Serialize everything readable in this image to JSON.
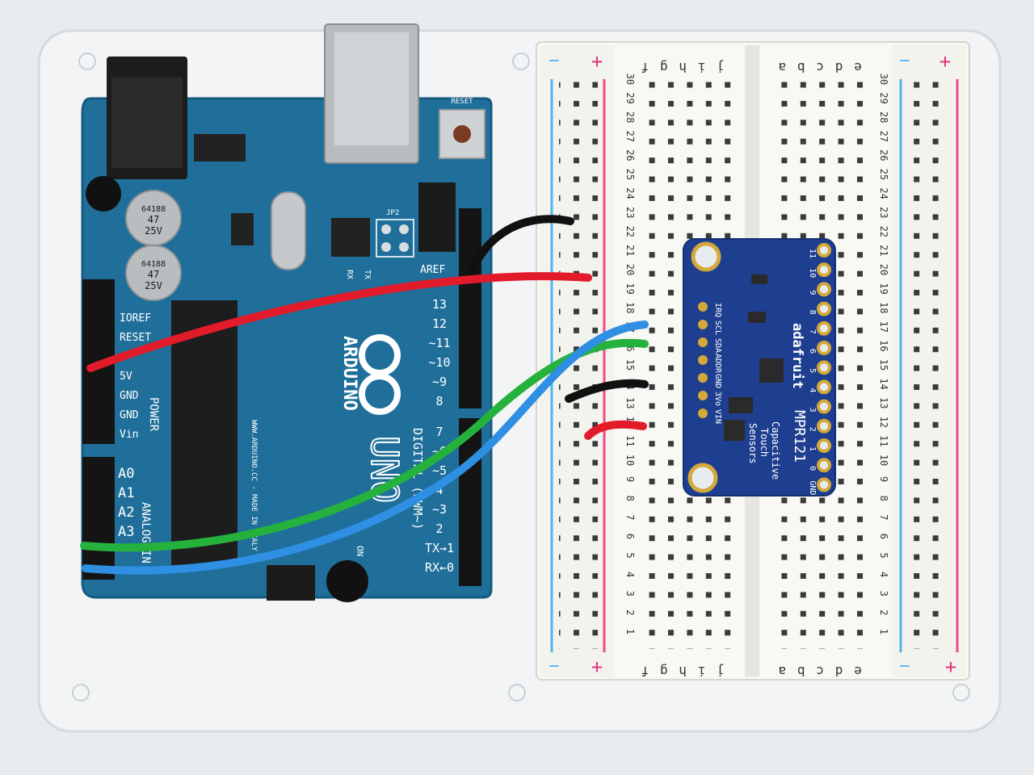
{
  "photo": {
    "background_color": "#e9ecee",
    "plate_color": "#f2f4f5",
    "board_color": "#1f6f9a",
    "breadboard_color": "#f7f7f3",
    "sensor_color": "#1e3f8f"
  },
  "arduino": {
    "ioref": "IOREF",
    "reset": "RESET",
    "pin_5v": "5V",
    "gnd1": "GND",
    "gnd2": "GND",
    "vin": "Vin",
    "power": "POWER",
    "analog_pins": [
      "A0",
      "A1",
      "A2",
      "A3"
    ],
    "analog_label": "ANALOG IN",
    "aref": "AREF",
    "digital_pins": [
      "13",
      "12",
      "~11",
      "~10",
      "~9",
      "8",
      "7",
      "~6",
      "~5",
      "4",
      "~3",
      "2",
      "TX→1",
      "RX←0"
    ],
    "brand": "ARDUINO",
    "model": "UNO",
    "digital_label": "DIGITAL (PWM~)",
    "website": "WWW.ARDUINO.CC - MADE IN ITALY",
    "reset_button": "RESET",
    "jp2": "JP2",
    "tx": "TX",
    "rx": "RX",
    "on": "ON",
    "cap_marking": [
      "64188",
      "47",
      "25V"
    ]
  },
  "breadboard": {
    "left_columns": [
      "j",
      "i",
      "h",
      "g",
      "f"
    ],
    "right_columns": [
      "e",
      "d",
      "c",
      "b",
      "a"
    ],
    "plus": "+",
    "minus": "−",
    "rows": [
      "30",
      "29",
      "28",
      "27",
      "26",
      "25",
      "24",
      "23",
      "22",
      "21",
      "20",
      "19",
      "18",
      "17",
      "16",
      "15",
      "14",
      "13",
      "12",
      "11",
      "10",
      "9",
      "8",
      "7",
      "6",
      "5",
      "4",
      "3",
      "2",
      "1"
    ]
  },
  "sensor": {
    "brand": "adafruit",
    "name": "MPR121",
    "desc1": "Capacitive",
    "desc2": "Touch",
    "desc3": "Sensors",
    "left_pins": [
      "IRQ",
      "SCL",
      "SDA",
      "ADDR",
      "GND",
      "3Vo",
      "VIN"
    ],
    "right_pins": [
      "11",
      "10",
      "9",
      "8",
      "7",
      "6",
      "5",
      "4",
      "3",
      "2",
      "1",
      "0",
      "GND"
    ]
  },
  "wires": {
    "colors": {
      "red": "#e21b2b",
      "black": "#111111",
      "blue": "#2f8fe3",
      "green": "#25b23c"
    }
  }
}
